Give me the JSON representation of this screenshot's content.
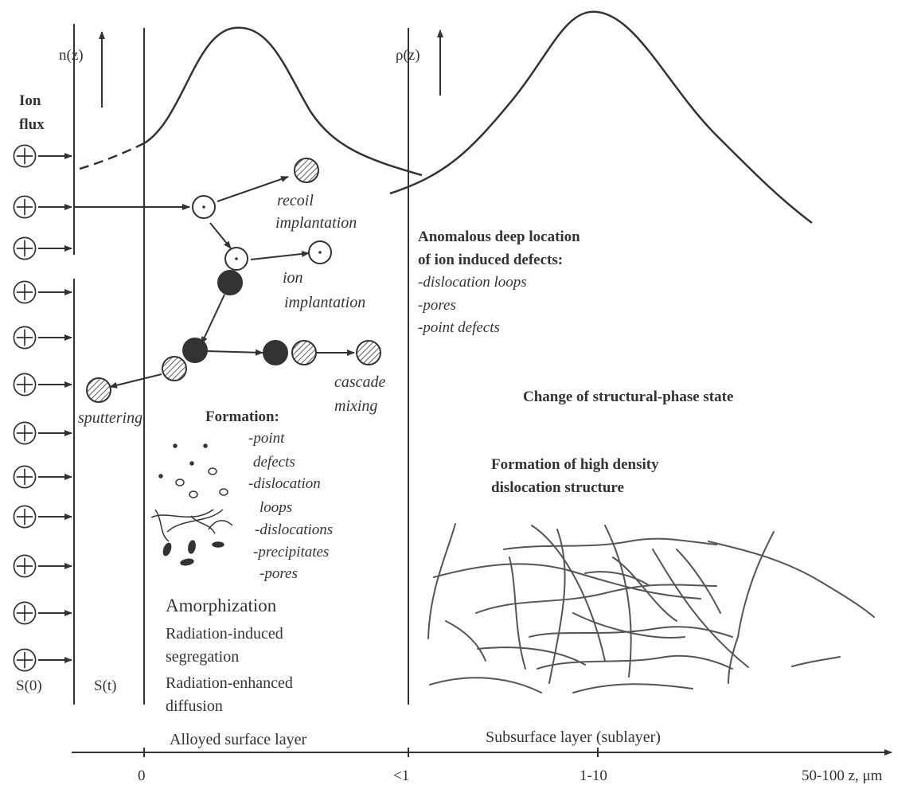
{
  "labels": {
    "n_axis": "n(z)",
    "rho_axis": "ρ(z)",
    "ion_flux_1": "Ion",
    "ion_flux_2": "flux",
    "recoil_1": "recoil",
    "recoil_2": "implantation",
    "ion_impl_1": "ion",
    "ion_impl_2": "implantation",
    "cascade_1": "cascade",
    "cascade_2": "mixing",
    "sputtering": "sputtering",
    "formation_title": "Formation:",
    "formation_items": [
      "-point",
      "defects",
      "-dislocation",
      "loops",
      "-dislocations",
      "-precipitates",
      "-pores"
    ],
    "anomalous_1": "Anomalous deep location",
    "anomalous_2": "of ion induced defects:",
    "anomalous_items": [
      "-dislocation loops",
      "-pores",
      "-point defects"
    ],
    "change_state": "Change of structural-phase state",
    "high_density_1": "Formation of high density",
    "high_density_2": "dislocation structure",
    "amorphization": "Amorphization",
    "segregation_1": "Radiation-induced",
    "segregation_2": "segregation",
    "diffusion_1": "Radiation-enhanced",
    "diffusion_2": "diffusion",
    "s0": "S(0)",
    "st": "S(t)",
    "alloyed_layer": "Alloyed surface layer",
    "subsurface_layer": "Subsurface layer (sublayer)",
    "tick_0": "0",
    "tick_lt1": "<1",
    "tick_1_10": "1-10",
    "tick_50_100": "50-100 z, μm"
  },
  "colors": {
    "line": "#333333",
    "text": "#333333",
    "background": "#ffffff"
  }
}
